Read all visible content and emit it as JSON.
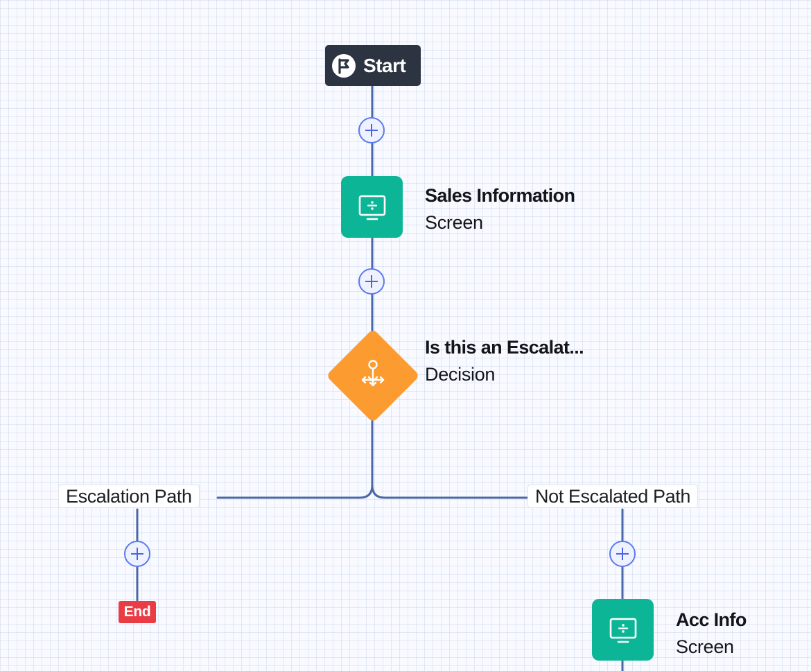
{
  "start": {
    "label": "Start",
    "icon": "flag-icon"
  },
  "nodes": {
    "sales_information": {
      "title": "Sales Information",
      "type": "Screen",
      "icon": "screen-icon",
      "color": "#0cb596"
    },
    "escalation_decision": {
      "title": "Is this an Escalat...",
      "type": "Decision",
      "icon": "decision-icon",
      "color": "#fc9b30"
    },
    "acc_info": {
      "title": "Acc Info",
      "type": "Screen",
      "icon": "screen-icon",
      "color": "#0cb596"
    }
  },
  "paths": {
    "escalation": "Escalation Path",
    "not_escalated": "Not Escalated Path"
  },
  "end": {
    "label": "End",
    "color": "#ea3c45"
  },
  "colors": {
    "connector": "#4a67a8",
    "add_button_border": "#5c79f0",
    "start_background": "#2b3440"
  }
}
